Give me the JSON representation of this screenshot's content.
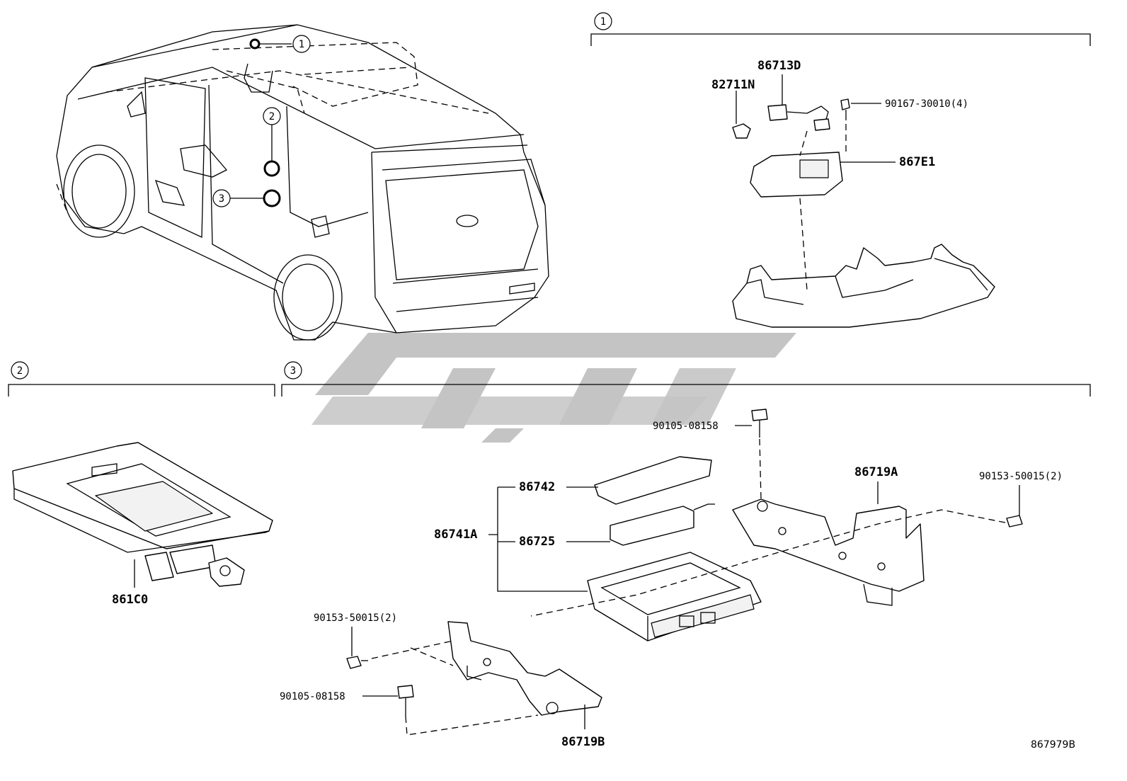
{
  "sections": {
    "s1": "1",
    "s2": "2",
    "s3": "3"
  },
  "vehicle_callouts": {
    "c1": "1",
    "c2": "2",
    "c3": "3"
  },
  "parts": {
    "p86713D": "86713D",
    "p82711N": "82711N",
    "p90167": "90167-30010(4)",
    "p867E1": "867E1",
    "p861C0": "861C0",
    "p90105_top": "90105-08158",
    "p86742": "86742",
    "p86741A": "86741A",
    "p86725": "86725",
    "p86719A": "86719A",
    "p90153_right": "90153-50015(2)",
    "p90153_left": "90153-50015(2)",
    "p90105_bottom": "90105-08158",
    "p86719B": "86719B"
  },
  "drawing_number": "867979B",
  "watermark": {
    "color": "#c4c4c4"
  }
}
